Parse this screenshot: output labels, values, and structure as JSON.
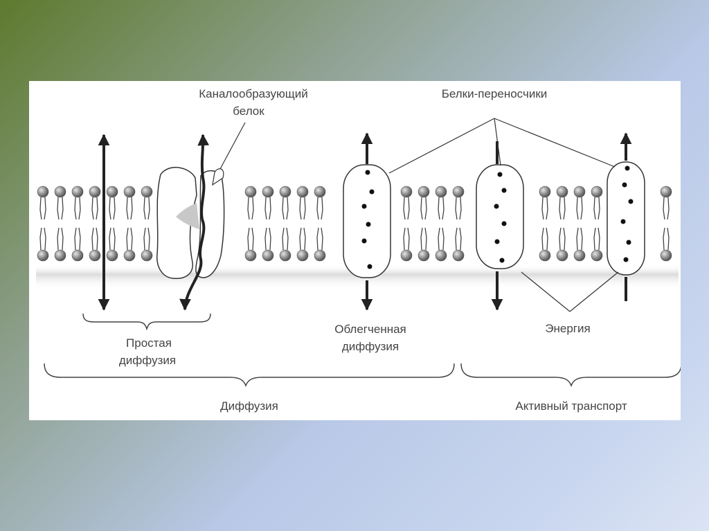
{
  "labels": {
    "channel_protein": [
      "Каналообразующий",
      "белок"
    ],
    "carrier_proteins": "Белки-переносчики",
    "simple_diffusion": [
      "Простая",
      "диффузия"
    ],
    "facilitated_diffusion": [
      "Облегченная",
      "диффузия"
    ],
    "energy": "Энергия",
    "diffusion": "Диффузия",
    "active_transport": "Активный транспорт"
  },
  "colors": {
    "page_gradient_start": "#5d7a2e",
    "page_gradient_end": "#dbe4f4",
    "panel": "#ffffff",
    "lipid_head": "#8c8c8c",
    "membrane_shading": "#e4e4e4",
    "arrows": "#222222",
    "text": "#444444"
  }
}
